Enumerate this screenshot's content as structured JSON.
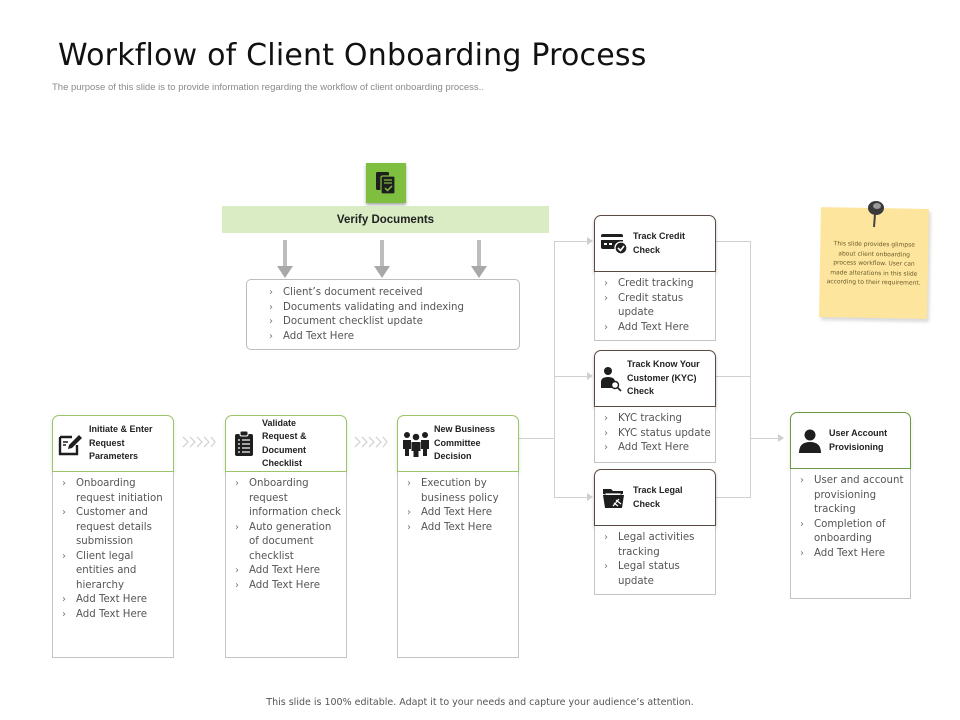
{
  "header": {
    "title": "Workflow of Client Onboarding Process",
    "subtitle": "The purpose of this slide is to provide information regarding the workflow of client onboarding process.."
  },
  "verify": {
    "icon": "documents-check-icon",
    "label": "Verify Documents",
    "items": [
      "Client’s document received",
      "Documents validating  and indexing",
      "Document checklist update",
      "Add Text Here"
    ]
  },
  "steps": [
    {
      "icon": "edit-form-icon",
      "title": "Initiate & Enter Request Parameters",
      "items": [
        "Onboarding request initiation",
        "Customer and request details submission",
        "Client legal entities and hierarchy",
        "Add Text Here",
        "Add Text Here"
      ]
    },
    {
      "icon": "clipboard-checklist-icon",
      "title": "Validate Request & Document Checklist",
      "items": [
        "Onboarding request information check",
        "Auto generation of document checklist",
        "Add Text Here",
        "Add Text Here"
      ]
    },
    {
      "icon": "team-people-icon",
      "title": "New Business Committee Decision",
      "items": [
        "Execution by business policy",
        "Add Text Here",
        "Add Text Here"
      ]
    }
  ],
  "checks": [
    {
      "icon": "credit-card-check-icon",
      "title": "Track Credit Check",
      "items": [
        "Credit tracking",
        "Credit status update",
        "Add Text Here"
      ]
    },
    {
      "icon": "user-search-icon",
      "title": "Track Know Your Customer (KYC) Check",
      "items": [
        "KYC tracking",
        "KYC status update",
        "Add Text Here"
      ]
    },
    {
      "icon": "legal-folder-icon",
      "title": "Track Legal Check",
      "items": [
        "Legal activities tracking",
        "Legal status update"
      ]
    }
  ],
  "final": {
    "icon": "user-icon",
    "title": "User Account Provisioning",
    "items": [
      "User and account provisioning tracking",
      "Completion of onboarding",
      "Add Text Here"
    ]
  },
  "note": {
    "text": "This slide provides glimpse about client onboarding process workflow. User can made alterations in this slide according to their requirement."
  },
  "footer": "This slide is 100% editable. Adapt it to your needs and capture your audience’s attention."
}
